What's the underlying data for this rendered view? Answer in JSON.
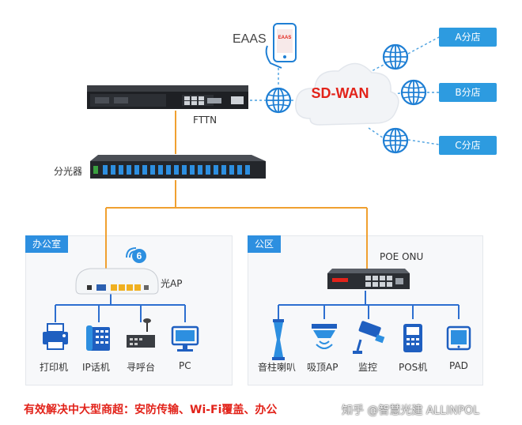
{
  "labels": {
    "eaas": "EAAS",
    "phone_screen": "EAAS",
    "sdwan": "SD-WAN",
    "fttn": "FTTN",
    "splitter": "分光器",
    "light_ap": "光AP",
    "poe_onu": "POE ONU",
    "ap_badge": "6"
  },
  "branches": [
    {
      "label": "A分店"
    },
    {
      "label": "B分店"
    },
    {
      "label": "C分店"
    }
  ],
  "office": {
    "title": "办公室",
    "devices": [
      {
        "label": "打印机",
        "icon": "printer-icon"
      },
      {
        "label": "IP话机",
        "icon": "ip-phone-icon"
      },
      {
        "label": "寻呼台",
        "icon": "paging-console-icon"
      },
      {
        "label": "PC",
        "icon": "pc-icon"
      }
    ]
  },
  "public": {
    "title": "公区",
    "devices": [
      {
        "label": "音柱喇叭",
        "icon": "column-speaker-icon"
      },
      {
        "label": "吸顶AP",
        "icon": "ceiling-ap-icon"
      },
      {
        "label": "监控",
        "icon": "camera-icon"
      },
      {
        "label": "POS机",
        "icon": "pos-icon"
      },
      {
        "label": "PAD",
        "icon": "tablet-icon"
      }
    ]
  },
  "footer": "有效解决中大型商超：安防传输、Wi-Fi覆盖、办公",
  "watermark": "知乎 @智慧光建 ALLINPOL",
  "colors": {
    "accent_blue": "#2d9be0",
    "orange_line": "#f0a030",
    "red_text": "#e2231a",
    "globe_blue": "#1f7fd4"
  }
}
